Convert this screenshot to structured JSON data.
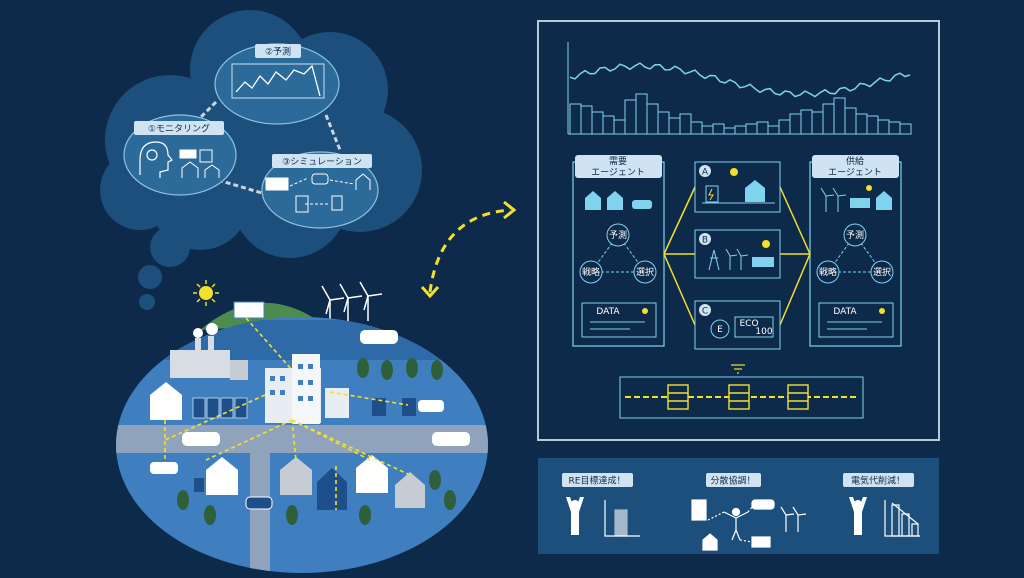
{
  "thought_bubble": {
    "monitoring_label": "①モニタリング",
    "forecast_label": "②予測",
    "simulation_label": "③シミュレーション"
  },
  "platform": {
    "demand_agent": {
      "line1": "需要",
      "line2": "エージェント"
    },
    "supply_agent": {
      "line1": "供給",
      "line2": "エージェント"
    },
    "agent_nodes": {
      "forecast": "予測",
      "strategy": "戦略",
      "select": "選択"
    },
    "data_label": "DATA",
    "options": [
      {
        "badge": "A",
        "desc": "solar-charger-house"
      },
      {
        "badge": "B",
        "desc": "power-tower-wind-solar"
      },
      {
        "badge": "C",
        "desc": "eco-certificate"
      }
    ],
    "eco_text": "ECO",
    "eco_amount": "100",
    "e_symbol": "E"
  },
  "outcomes": [
    {
      "title": "RE目標達成！"
    },
    {
      "title": "分散協調！"
    },
    {
      "title": "電気代削減！"
    }
  ],
  "colors": {
    "background": "#0e2a4a",
    "bubble": "#1c4f7c",
    "bubble_inner": "#2b6a99",
    "line": "#7fd3ee",
    "accent_yellow": "#f2e02b",
    "city_ground": "#3f7fbf",
    "city_road": "#8fa3bd",
    "label_box": "#cfe3f2",
    "panel_border": "#b7c9d6"
  }
}
